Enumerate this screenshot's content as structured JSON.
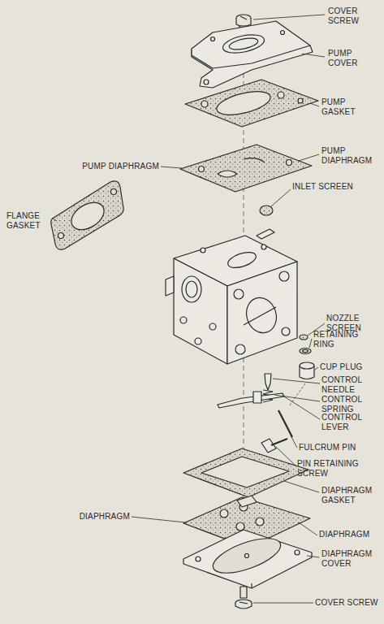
{
  "diagram": {
    "labels": [
      "COVER SCREW",
      "PUMP COVER",
      "PUMP GASKET",
      "PUMP DIAPHRAGM",
      "PUMP DIAPHRAGM",
      "INLET SCREEN",
      "FLANGE GASKET",
      "NOZZLE SCREEN",
      "RETAINING RING",
      "CUP PLUG",
      "CONTROL NEEDLE",
      "CONTROL SPRING",
      "CONTROL LEVER",
      "FULCRUM PIN",
      "PIN RETAINING SCREW",
      "DIAPHRAGM GASKET",
      "DIAPHRAGM",
      "DIAPHRAGM",
      "DIAPHRAGM COVER",
      "COVER SCREW"
    ]
  }
}
